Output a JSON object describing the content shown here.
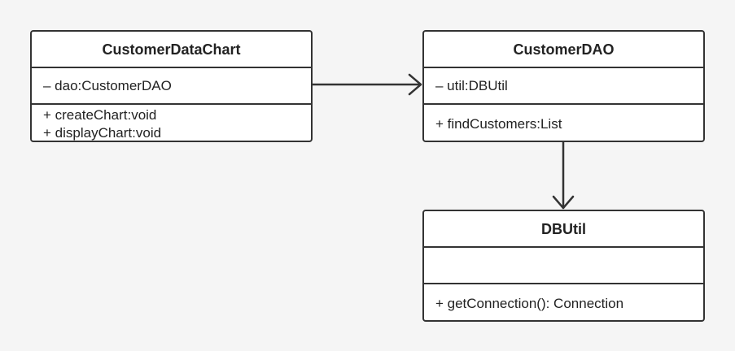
{
  "classes": {
    "customer_data_chart": {
      "name": "CustomerDataChart",
      "attributes": [
        "– dao:CustomerDAO"
      ],
      "methods": [
        "+ createChart:void",
        "+ displayChart:void"
      ]
    },
    "customer_dao": {
      "name": "CustomerDAO",
      "attributes": [
        "– util:DBUtil"
      ],
      "methods": [
        "+ findCustomers:List"
      ]
    },
    "db_util": {
      "name": "DBUtil",
      "attributes": [],
      "methods": [
        "+ getConnection(): Connection"
      ]
    }
  },
  "colors": {
    "background": "#f5f5f5",
    "box_fill": "#ffffff",
    "stroke": "#333333",
    "text": "#222222"
  }
}
